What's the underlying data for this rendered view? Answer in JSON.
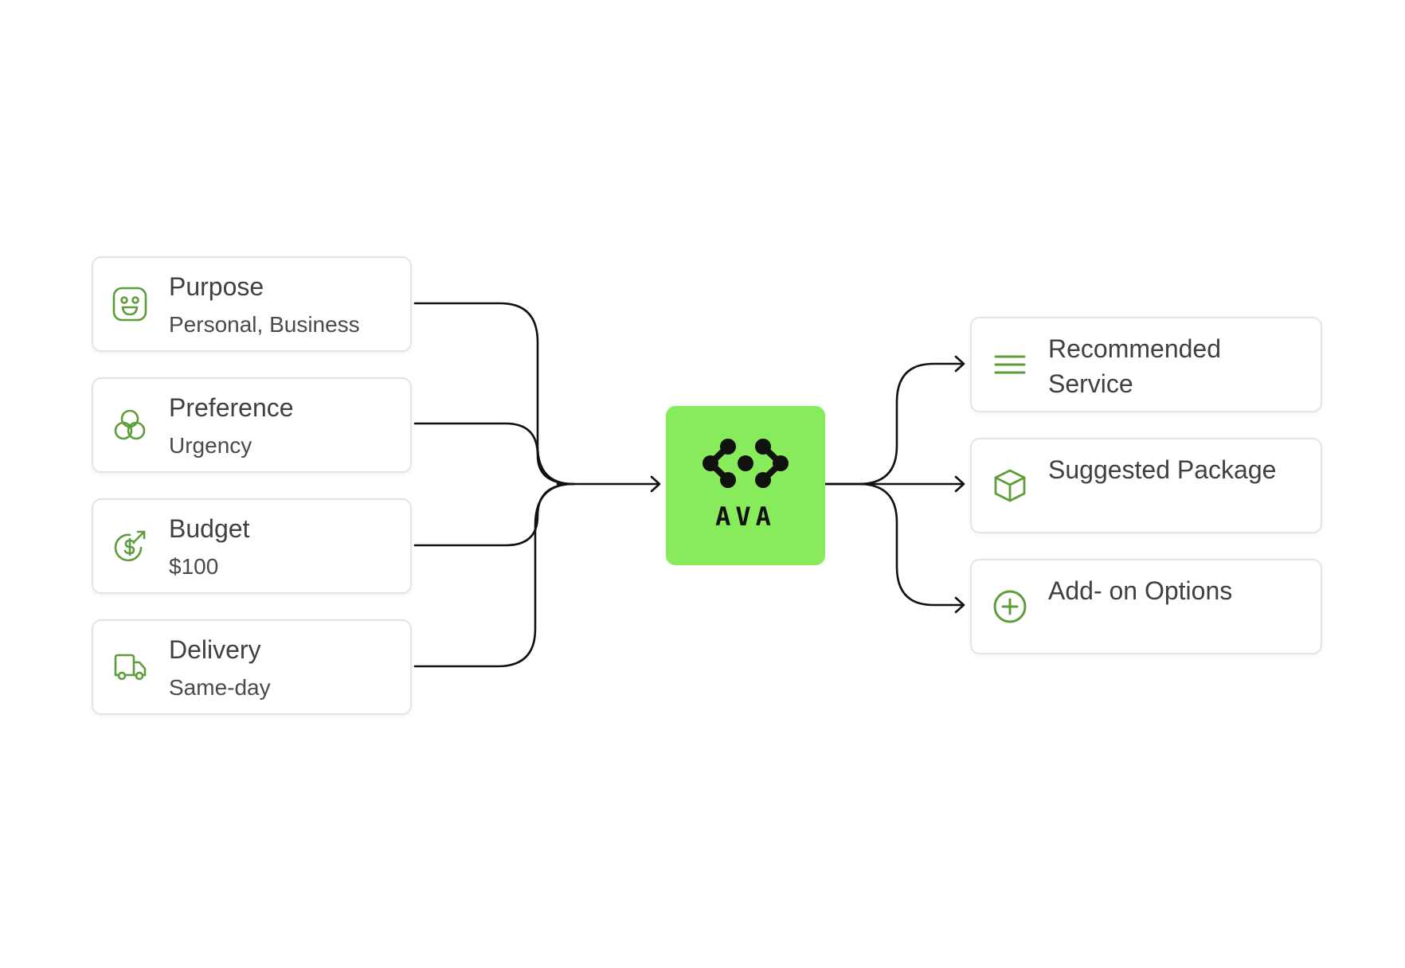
{
  "colors": {
    "accent": "#5e9e3a",
    "hub_fill": "#88eb5b",
    "line": "#111111",
    "card_border": "#e3e5e3"
  },
  "hub": {
    "logo_text": "AVA",
    "icon": "ava-logo-icon"
  },
  "inputs": [
    {
      "title": "Purpose",
      "value": "Personal, Business",
      "icon": "smiley-face-icon"
    },
    {
      "title": "Preference",
      "value": "Urgency",
      "icon": "three-circles-icon"
    },
    {
      "title": "Budget",
      "value": "$100",
      "icon": "dollar-growth-icon"
    },
    {
      "title": "Delivery",
      "value": "Same-day",
      "icon": "truck-icon"
    }
  ],
  "outputs": [
    {
      "title": "Recommended Service",
      "icon": "menu-lines-icon"
    },
    {
      "title": "Suggested Package",
      "icon": "box-icon"
    },
    {
      "title": "Add- on Options",
      "icon": "plus-circle-icon"
    }
  ]
}
